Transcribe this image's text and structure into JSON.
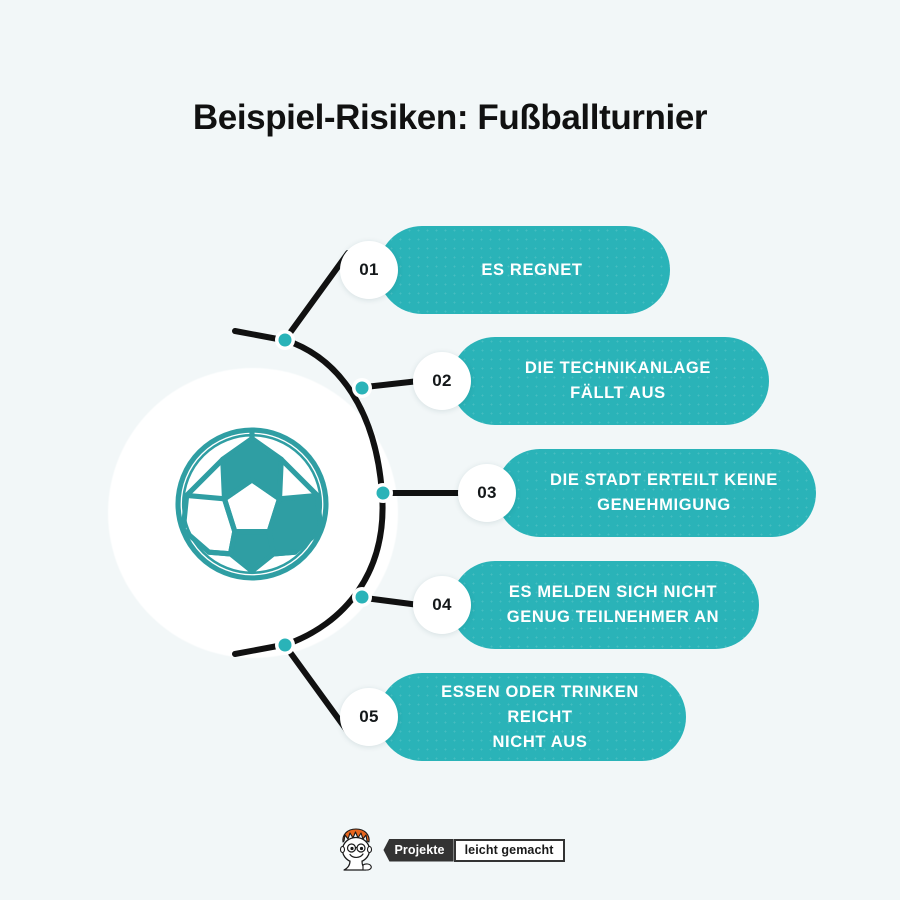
{
  "page": {
    "title": "Beispiel-Risiken: Fußballturnier",
    "background_color": "#f2f7f8",
    "accent_color": "#2ab3b8",
    "line_color": "#111111",
    "number_text_color": "#14181a",
    "pill_text_color": "#ffffff"
  },
  "hub": {
    "icon_name": "soccer-ball-icon",
    "icon_color": "#2f9ea3",
    "backdrop_color": "#ffffff"
  },
  "risks": [
    {
      "number": "01",
      "label": "ES REGNET"
    },
    {
      "number": "02",
      "label": "DIE TECHNIKANLAGE\nFÄLLT AUS"
    },
    {
      "number": "03",
      "label": "DIE STADT ERTEILT KEINE\nGENEHMIGUNG"
    },
    {
      "number": "04",
      "label": "ES MELDEN SICH NICHT\nGENUG TEILNEHMER AN"
    },
    {
      "number": "05",
      "label": "ESSEN ODER TRINKEN REICHT\nNICHT AUS"
    }
  ],
  "footer": {
    "mascot_icon_name": "mascot-boy-icon",
    "tag_left": "Projekte",
    "tag_right": "leicht gemacht",
    "tag_left_bg": "#333333",
    "tag_right_bg": "#ffffff"
  }
}
